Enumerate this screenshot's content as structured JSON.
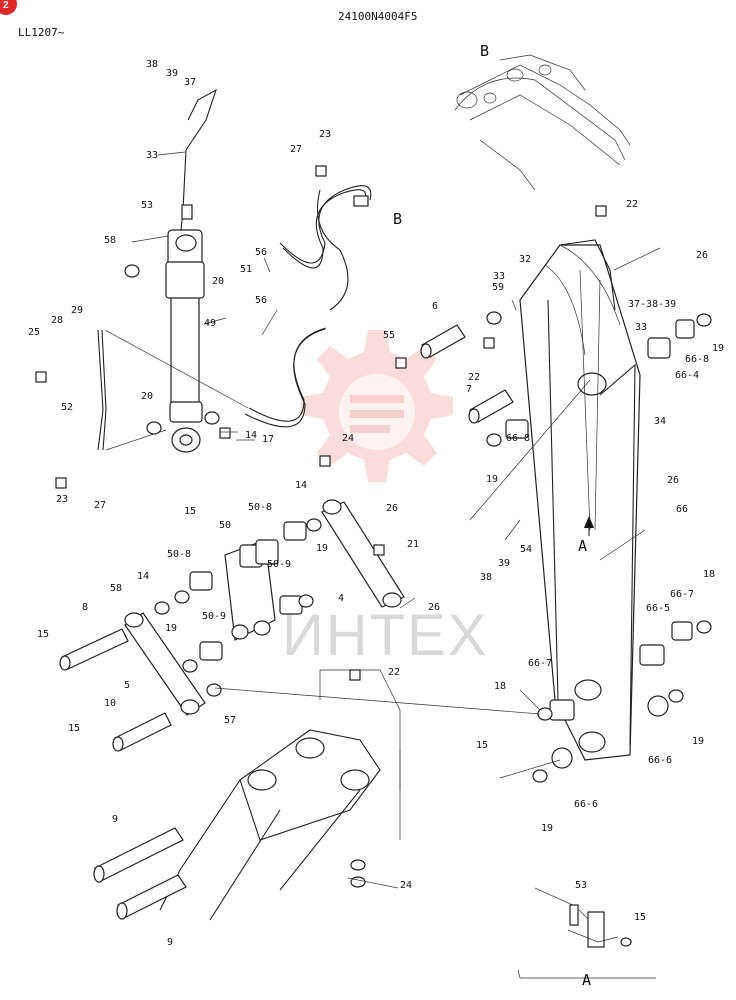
{
  "header": {
    "drawing_code": "24100N4004F5",
    "serial_range": "LL1207~",
    "badge": "2"
  },
  "watermark": {
    "text": "ИНТЕХ",
    "color": "#e23b3b"
  },
  "views": {
    "view_b": "B",
    "view_a_arrow": "A",
    "view_a_inset": "A"
  },
  "callouts": [
    "38",
    "39",
    "37",
    "33",
    "53",
    "27",
    "23",
    "B",
    "58",
    "51",
    "56",
    "20",
    "29",
    "28",
    "25",
    "49",
    "56",
    "55",
    "6",
    "59",
    "33",
    "32",
    "22",
    "26",
    "37-38-39",
    "33",
    "66-8",
    "19",
    "66-4",
    "52",
    "20",
    "14",
    "17",
    "22",
    "7",
    "34",
    "19",
    "66-8",
    "26",
    "24",
    "14",
    "50-8",
    "26",
    "15",
    "21",
    "66",
    "23",
    "27",
    "50",
    "50-8",
    "19",
    "54",
    "38",
    "39",
    "A",
    "50-9",
    "58",
    "14",
    "18",
    "4",
    "26",
    "8",
    "50-9",
    "66-7",
    "15",
    "19",
    "5",
    "66-5",
    "22",
    "66-7",
    "18",
    "57",
    "10",
    "15",
    "15",
    "19",
    "66-6",
    "19",
    "66-6",
    "9",
    "24",
    "53",
    "15",
    "9",
    "A"
  ]
}
